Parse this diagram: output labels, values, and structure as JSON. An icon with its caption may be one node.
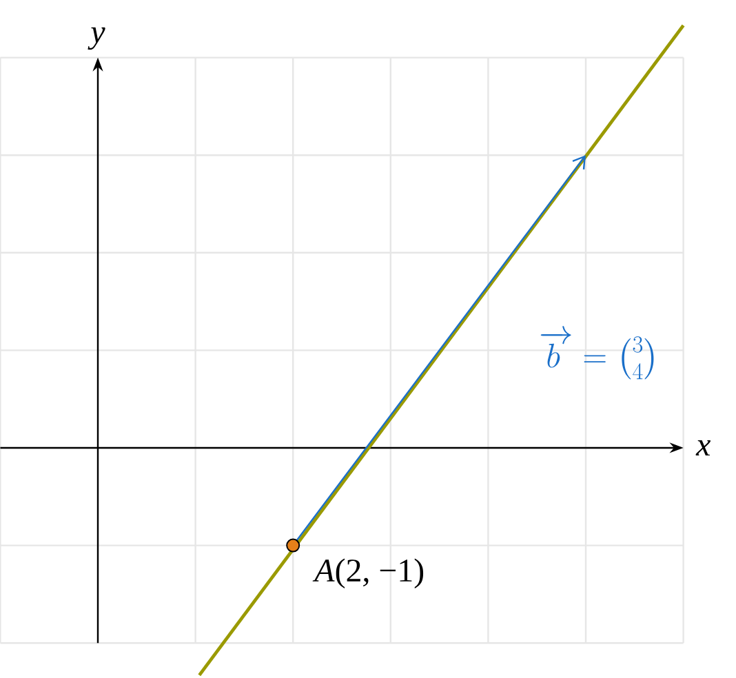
{
  "diagram": {
    "nodes": [
      {
        "text": [],
        "shape": "circle",
        "beside": [
          "*A*(2, −1)"
        ]
      }
    ],
    "labels": [
      "y",
      "x",
      "\\overrightarrow{b\\,} = \\binom{3}{4}"
    ]
  }
}
